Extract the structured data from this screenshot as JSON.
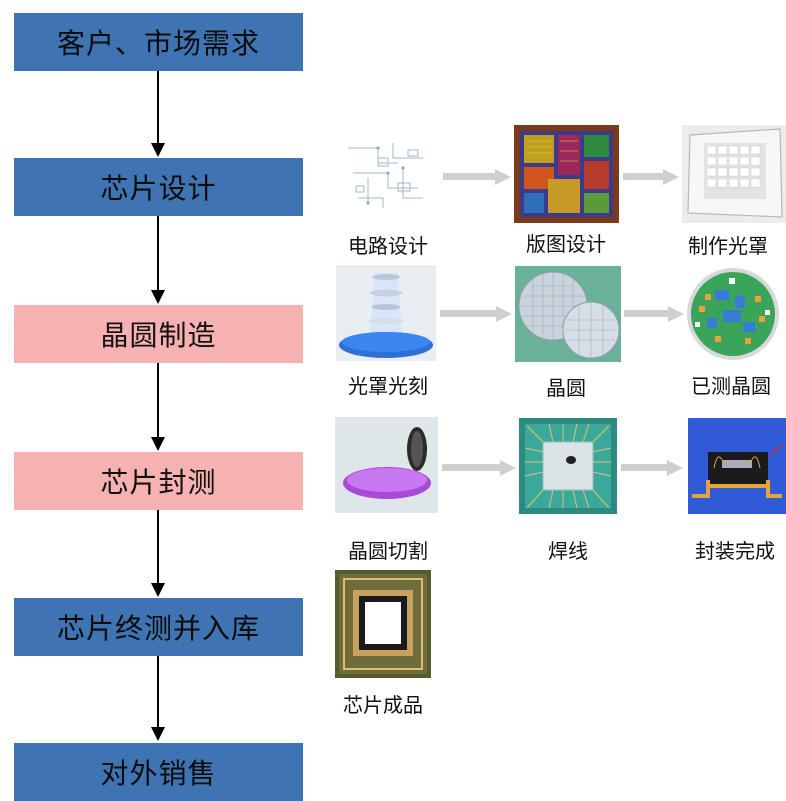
{
  "flow_steps": [
    {
      "label": "客户、市场需求"
    },
    {
      "label": "芯片设计"
    },
    {
      "label": "晶圆制造"
    },
    {
      "label": "芯片封测"
    },
    {
      "label": "芯片终测并入库"
    },
    {
      "label": "对外销售"
    }
  ],
  "stages": {
    "design": [
      "电路设计",
      "版图设计",
      "制作光罩"
    ],
    "wafer": [
      "光罩光刻",
      "晶圆",
      "已测晶圆"
    ],
    "package": [
      "晶圆切割",
      "焊线",
      "封装完成"
    ],
    "final": [
      "芯片成品"
    ]
  },
  "colors": {
    "step_blue": "#3f74b3",
    "step_pink": "#f6b1b1",
    "arrow_gray": "#cfcfcf"
  }
}
